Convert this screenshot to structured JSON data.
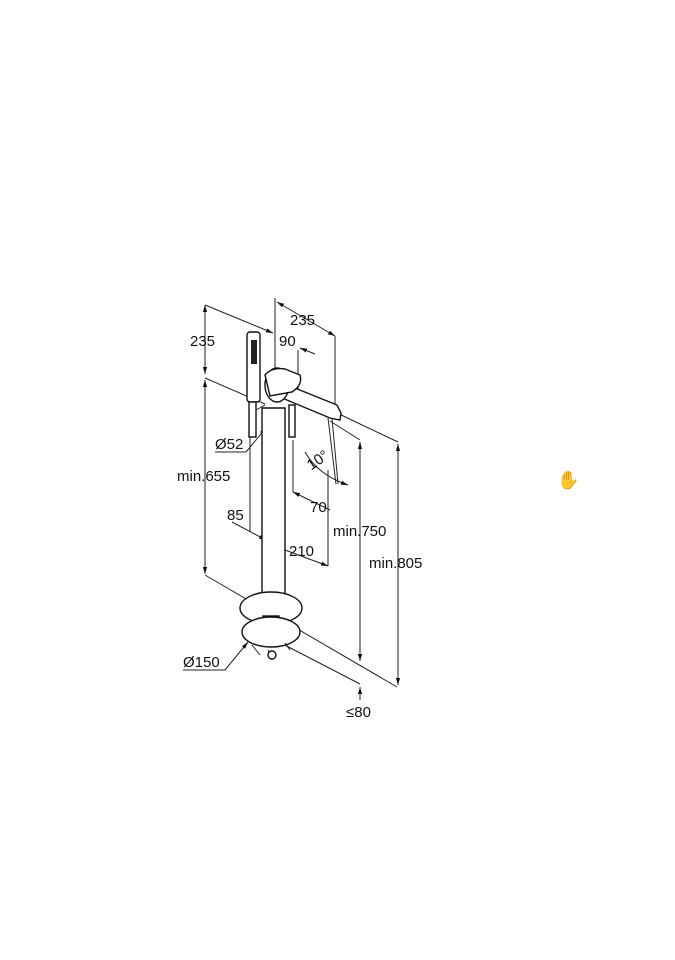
{
  "drawing": {
    "dimensions": {
      "handshower_height": "235",
      "spout_reach": "235",
      "handle_offset": "90",
      "column_diameter": "Ø52",
      "min_height_655": "min.655",
      "spout_angle": "10°",
      "outlet_offset": "70",
      "column_offset_85": "85",
      "base_offset_210": "210",
      "min_height_750": "min.750",
      "min_height_805": "min.805",
      "base_diameter": "Ø150",
      "max_floor_depth": "≤80"
    }
  },
  "cursor": {
    "icon": "hand-pointer-icon"
  }
}
